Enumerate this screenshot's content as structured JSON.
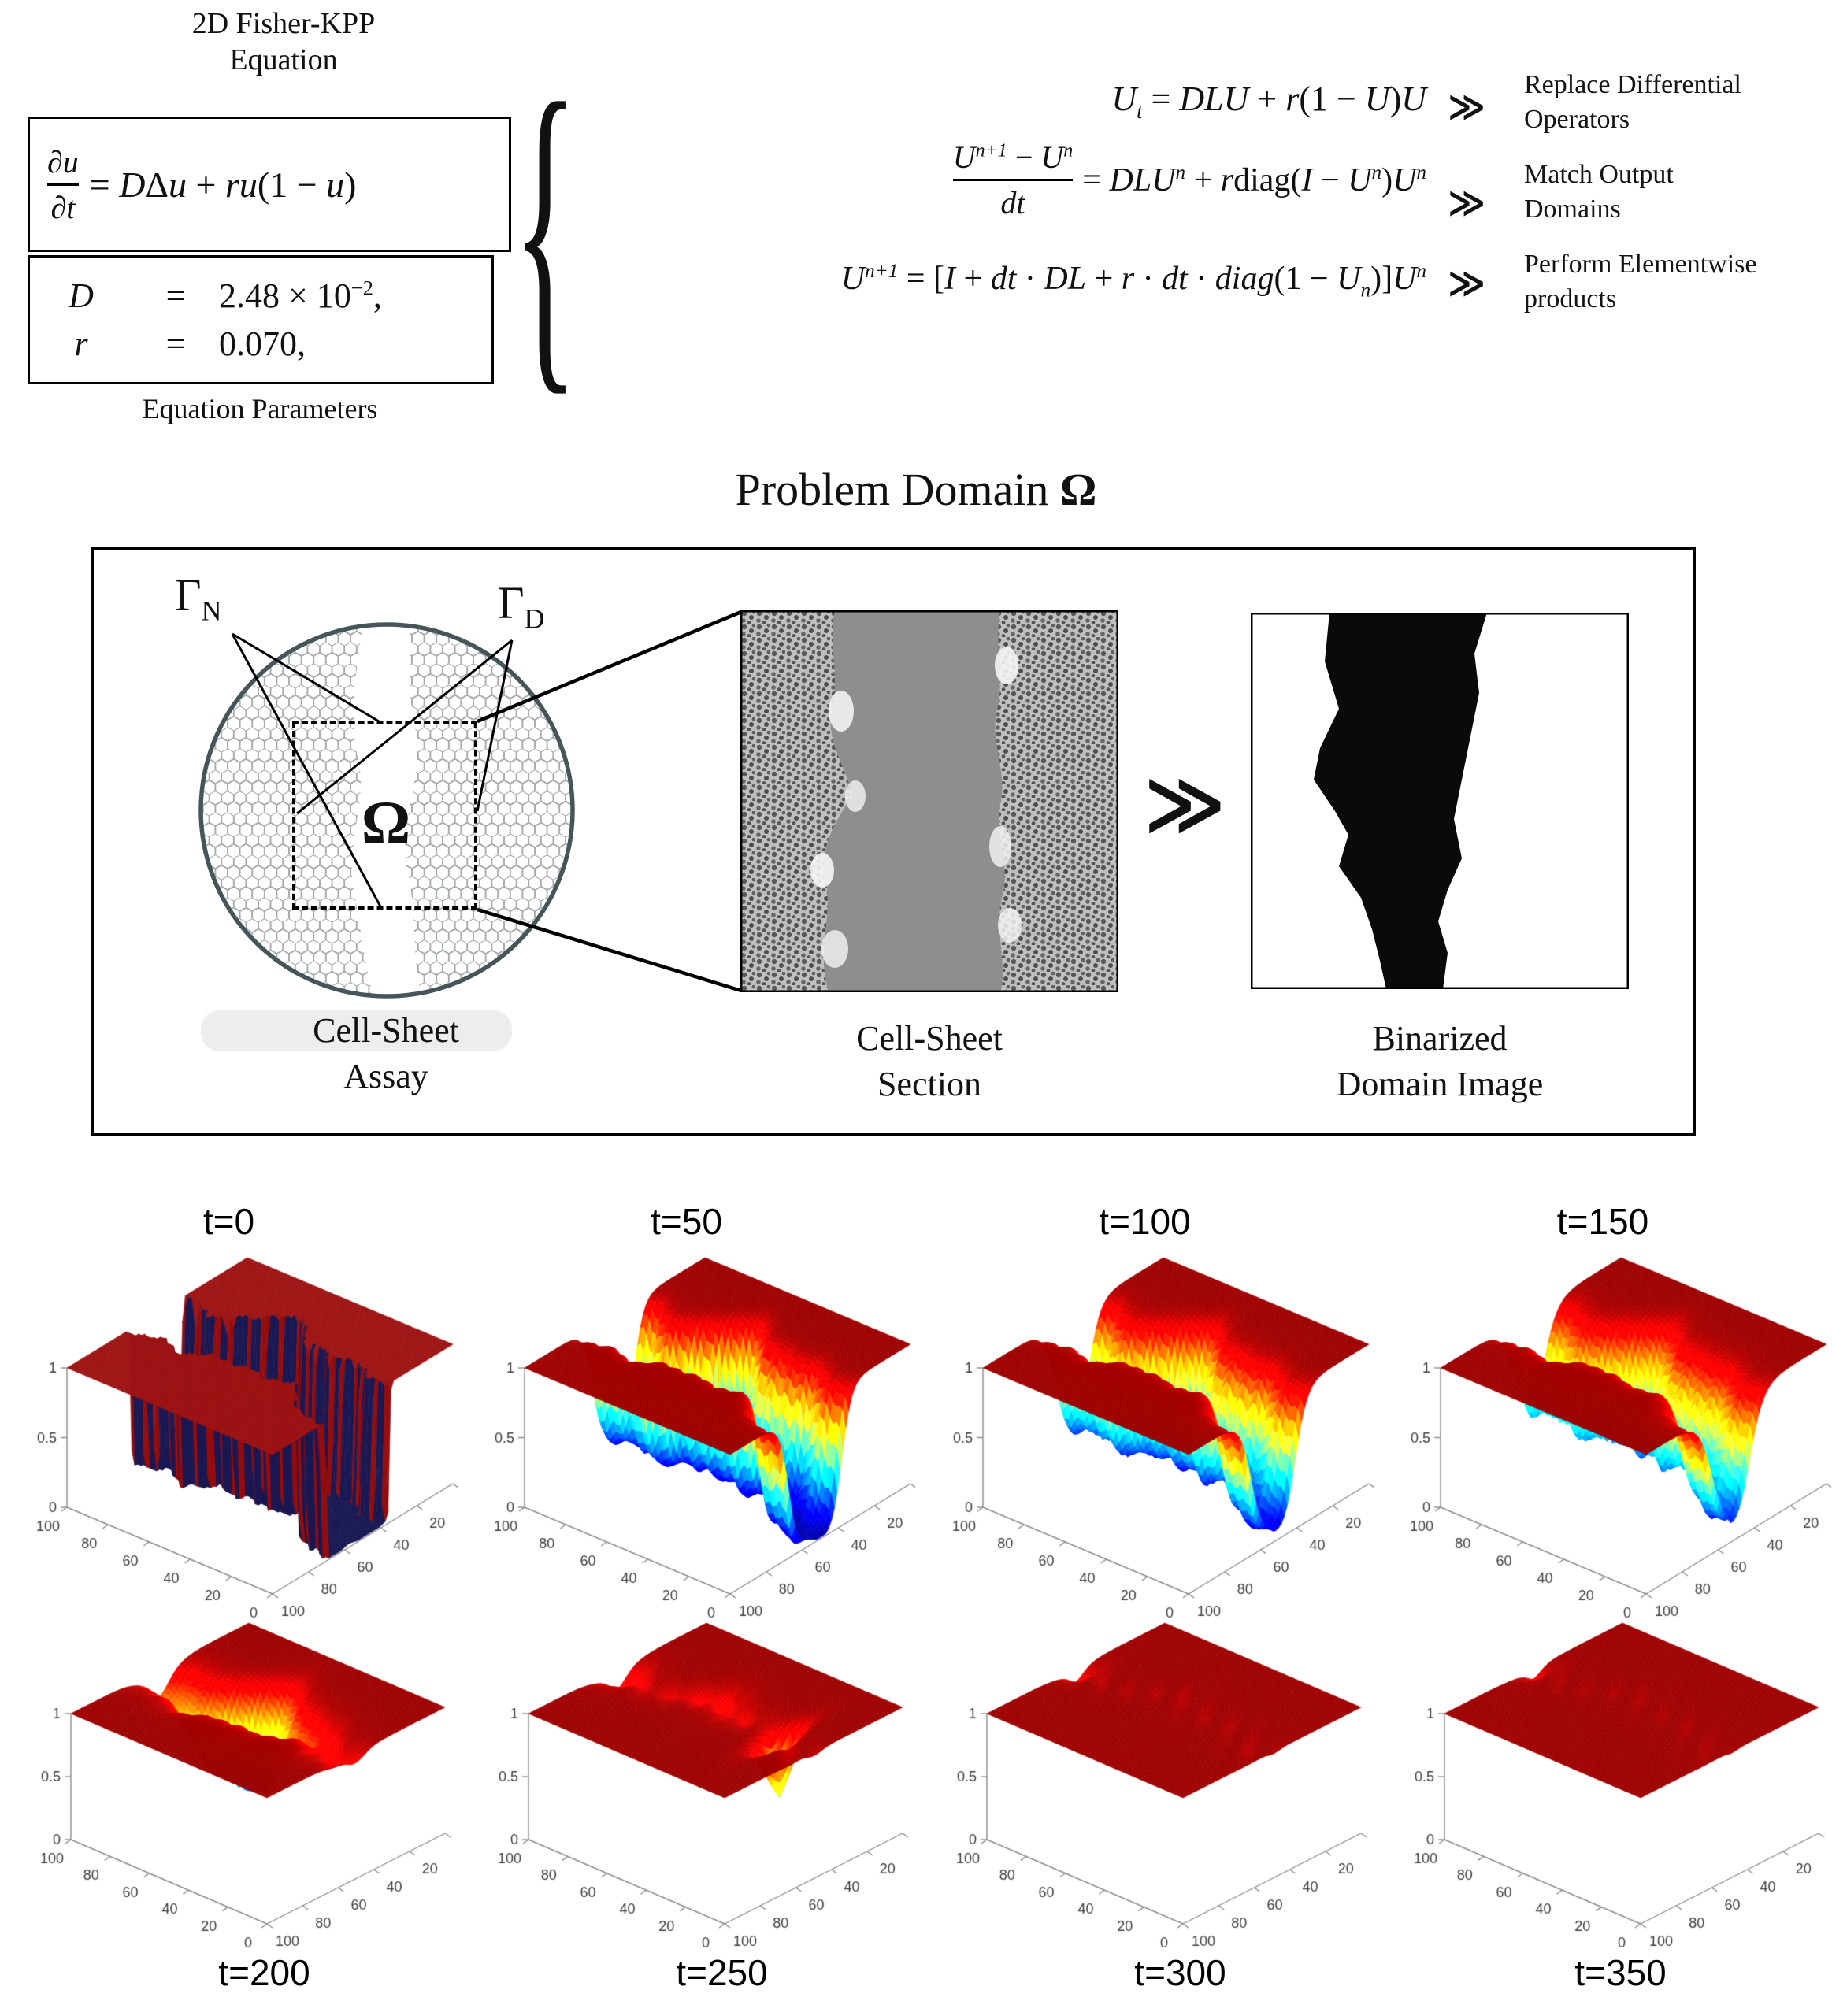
{
  "header": {
    "equation_title": [
      "2D Fisher-KPP",
      "Equation"
    ],
    "pde": {
      "num": [
        [
          "∂u",
          "i"
        ]
      ],
      "den": [
        [
          "∂t",
          "i"
        ]
      ],
      "rhs": [
        [
          "= ",
          "r"
        ],
        [
          "D",
          "i"
        ],
        [
          "Δ",
          "r"
        ],
        [
          "u",
          "i"
        ],
        [
          " + ",
          "r"
        ],
        [
          "ru",
          "i"
        ],
        [
          "(1 − ",
          "r"
        ],
        [
          "u",
          "i"
        ],
        [
          ")",
          "r"
        ]
      ]
    },
    "param_rows": [
      {
        "sym": [
          [
            "D",
            "i"
          ]
        ],
        "eq": "=",
        "val": [
          [
            "2.48 × 10",
            "r"
          ],
          [
            "−2",
            "supr"
          ],
          [
            ",",
            "r"
          ]
        ]
      },
      {
        "sym": [
          [
            "r",
            "i"
          ]
        ],
        "eq": "=",
        "val": [
          [
            "0.070,",
            "r"
          ]
        ]
      }
    ],
    "params_caption": "Equation Parameters",
    "brace": "{",
    "chevron": "≫",
    "eq1": [
      [
        "U",
        "i"
      ],
      [
        "t",
        "sub"
      ],
      [
        " = ",
        "r"
      ],
      [
        "DLU",
        "i"
      ],
      [
        " + ",
        "r"
      ],
      [
        "r",
        "i"
      ],
      [
        "(1 − ",
        "r"
      ],
      [
        "U",
        "i"
      ],
      [
        ")",
        "r"
      ],
      [
        "U",
        "i"
      ]
    ],
    "eq2num": [
      [
        "U",
        "i"
      ],
      [
        "n+1",
        "sup"
      ],
      [
        " − ",
        "r"
      ],
      [
        "U",
        "i"
      ],
      [
        "n",
        "sup"
      ]
    ],
    "eq2den": [
      [
        "dt",
        "i"
      ]
    ],
    "eq2rhs": [
      [
        "= ",
        "r"
      ],
      [
        "DLU",
        "i"
      ],
      [
        "n",
        "sup"
      ],
      [
        " + ",
        "r"
      ],
      [
        "r",
        "i"
      ],
      [
        "diag",
        "r"
      ],
      [
        "(",
        "r"
      ],
      [
        "I",
        "i"
      ],
      [
        " − ",
        "r"
      ],
      [
        "U",
        "i"
      ],
      [
        "n",
        "sup"
      ],
      [
        ")",
        "r"
      ],
      [
        "U",
        "i"
      ],
      [
        "n",
        "sup"
      ]
    ],
    "eq3": [
      [
        "U",
        "i"
      ],
      [
        "n+1",
        "sup"
      ],
      [
        " = [",
        "r"
      ],
      [
        "I",
        "i"
      ],
      [
        " + ",
        "r"
      ],
      [
        "dt",
        "i"
      ],
      [
        " · ",
        "r"
      ],
      [
        "DL",
        "i"
      ],
      [
        " + ",
        "r"
      ],
      [
        "r",
        "i"
      ],
      [
        " · ",
        "r"
      ],
      [
        "dt",
        "i"
      ],
      [
        " · ",
        "r"
      ],
      [
        "diag",
        "i"
      ],
      [
        "(1 − ",
        "r"
      ],
      [
        "U",
        "i"
      ],
      [
        "n",
        "sub"
      ],
      [
        ")]",
        "r"
      ],
      [
        "U",
        "i"
      ],
      [
        "n",
        "sup"
      ]
    ],
    "notes": [
      [
        "Replace Differential",
        "Operators"
      ],
      [
        "Match Output",
        "Domains"
      ],
      [
        "Perform Elementwise",
        "products"
      ]
    ]
  },
  "problem_domain": {
    "title": "Problem Domain",
    "title_omega": "Ω",
    "gamma_n": {
      "base": "Γ",
      "sub": "N"
    },
    "gamma_d": {
      "base": "Γ",
      "sub": "D"
    },
    "omega": "Ω",
    "chevron": "≫",
    "captions": {
      "assay": [
        "Cell-Sheet",
        "Assay"
      ],
      "section": [
        "Cell-Sheet",
        "Section"
      ],
      "binarized": [
        "Binarized",
        "Domain Image"
      ]
    }
  },
  "chart_data": {
    "type": "surface",
    "layout": {
      "rows": 2,
      "cols": 4,
      "xlim": [
        0,
        100
      ],
      "ylim": [
        0,
        100
      ],
      "zlim": [
        0,
        1
      ],
      "xtick_labels": [
        "0",
        "20",
        "40",
        "60",
        "80",
        "100"
      ],
      "ytick_labels": [
        "100",
        "80",
        "60",
        "40",
        "20",
        "0"
      ],
      "ztick_labels": [
        "0",
        "0.5",
        "1"
      ],
      "colormap": "jet",
      "grid": false,
      "title_position_row1": "above",
      "title_position_row2": "below",
      "description": "u(x,y,t) solutions of 2D Fisher-KPP wound-healing simulation; plateau u=1 split by a wavy wound gap near x=47 that closes over time"
    },
    "frames": [
      {
        "label": "t=0",
        "time": 0,
        "binary": true,
        "hw": 14,
        "soft": 0.28,
        "df": 1.0,
        "db": 1.0,
        "bumps": []
      },
      {
        "label": "t=50",
        "time": 50,
        "binary": false,
        "hw": 12,
        "soft": 2.6,
        "df": 0.99,
        "db": 0.9,
        "bumps": []
      },
      {
        "label": "t=100",
        "time": 100,
        "binary": false,
        "hw": 10,
        "soft": 3.2,
        "df": 0.95,
        "db": 0.87,
        "bumps": []
      },
      {
        "label": "t=150",
        "time": 150,
        "binary": false,
        "hw": 8.5,
        "soft": 3.8,
        "df": 0.93,
        "db": 0.8,
        "bumps": []
      },
      {
        "label": "t=200",
        "time": 200,
        "binary": false,
        "hw": 7.5,
        "soft": 4.4,
        "df": 0.1,
        "db": 0.18,
        "bumps": [
          {
            "y": 62,
            "w": 26,
            "d": 0.75
          }
        ]
      },
      {
        "label": "t=250",
        "time": 250,
        "binary": false,
        "hw": 6.0,
        "soft": 4.6,
        "df": 0.03,
        "db": 0.02,
        "bumps": [
          {
            "y": 100,
            "w": 12,
            "d": 0.2
          },
          {
            "y": 20,
            "w": 4.5,
            "d": 0.66
          },
          {
            "y": 55,
            "w": 22,
            "d": 0.1
          }
        ]
      },
      {
        "label": "t=300",
        "time": 300,
        "binary": false,
        "hw": 5.0,
        "soft": 4.0,
        "df": 0.012,
        "db": 0.012,
        "bumps": [
          {
            "y": 100,
            "w": 8,
            "d": 0.13
          }
        ]
      },
      {
        "label": "t=350",
        "time": 350,
        "binary": false,
        "hw": 5.0,
        "soft": 4.0,
        "df": 0.006,
        "db": 0.006,
        "bumps": [
          {
            "y": 100,
            "w": 7,
            "d": 0.1
          }
        ]
      }
    ]
  }
}
